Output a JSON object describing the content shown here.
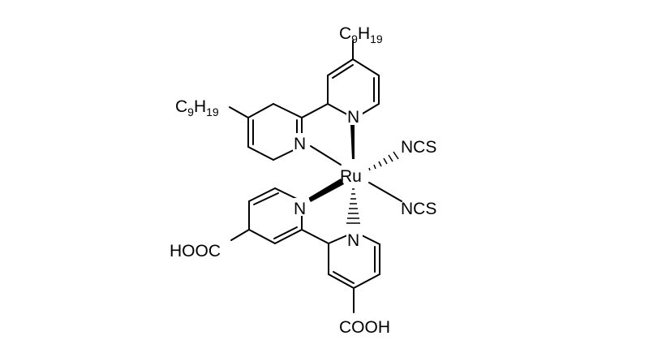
{
  "metal": "Ru",
  "nitrogen": "N",
  "thiocyanate": "NCS",
  "carboxyl_right": "COOH",
  "carboxyl_left": "HOOC",
  "nonyl": {
    "main": "C",
    "sub1": "9",
    "mid": "H",
    "sub2": "19"
  }
}
